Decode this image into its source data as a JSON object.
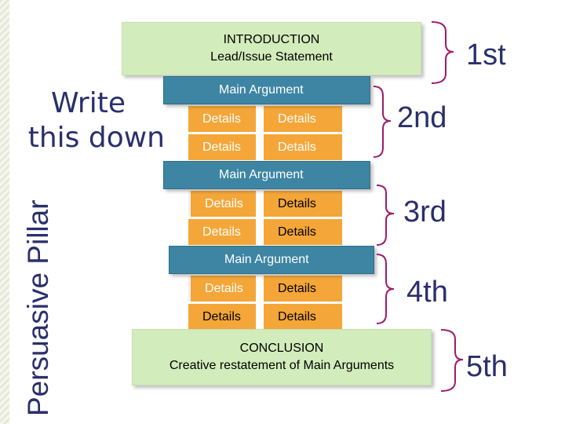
{
  "side_title": "Persuasive Pillar",
  "note": [
    "Write",
    "this down"
  ],
  "intro": {
    "line1": "INTRODUCTION",
    "line2": "Lead/Issue Statement"
  },
  "main_label": "Main Argument",
  "detail_label": "Details",
  "conclusion": {
    "line1": "CONCLUSION",
    "line2": "Creative restatement of Main Arguments"
  },
  "order": [
    "1st",
    "2nd",
    "3rd",
    "4th",
    "5th"
  ],
  "colors": {
    "green_box": "#d2ecbb",
    "main_bar": "#3d85a3",
    "detail": "#f4a638",
    "brace": "#9e1b6b",
    "title_text": "#2a2f6b"
  }
}
